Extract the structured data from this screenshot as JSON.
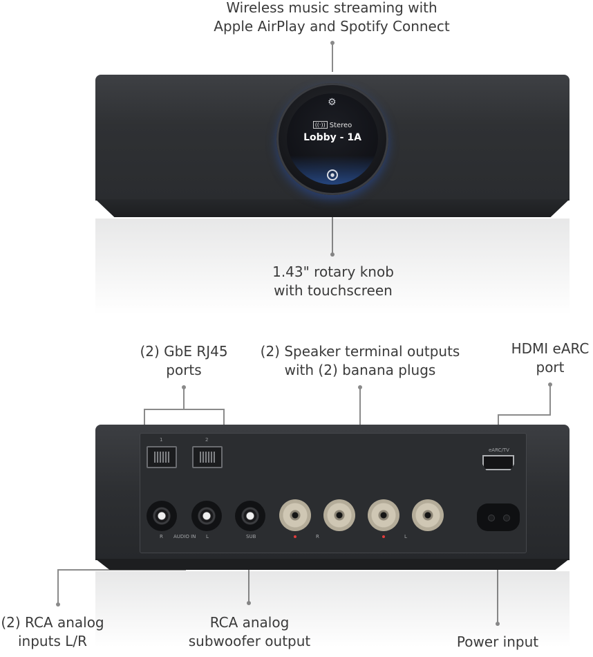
{
  "callouts": {
    "wireless": [
      "Wireless music streaming with",
      "Apple AirPlay and Spotify Connect"
    ],
    "knob": [
      "1.43\" rotary knob",
      "with touchscreen"
    ],
    "rj45": [
      "(2) GbE RJ45",
      "ports"
    ],
    "speaker": [
      "(2) Speaker terminal outputs",
      "with (2) banana plugs"
    ],
    "hdmi": [
      "HDMI eARC",
      "port"
    ],
    "rca_in": [
      "(2) RCA analog",
      "inputs L/R"
    ],
    "rca_sub": [
      "RCA analog",
      "subwoofer output"
    ],
    "power": [
      "Power input"
    ]
  },
  "screen": {
    "mode": "Stereo",
    "zone": "Lobby - 1A"
  },
  "panel_labels": {
    "port1": "1",
    "port2": "2",
    "hdmi": "eARC/TV",
    "r": "R",
    "audio_in": "AUDIO IN",
    "l": "L",
    "sub": "SUB",
    "spk_r": "R",
    "spk_l": "L"
  },
  "icons": [
    "gear-icon",
    "stereo-icon",
    "cast-icon"
  ],
  "colors": {
    "body": "#2f3134",
    "glow": "#25457e",
    "text": "#3a3a3a",
    "accent": "#e23b3b"
  }
}
